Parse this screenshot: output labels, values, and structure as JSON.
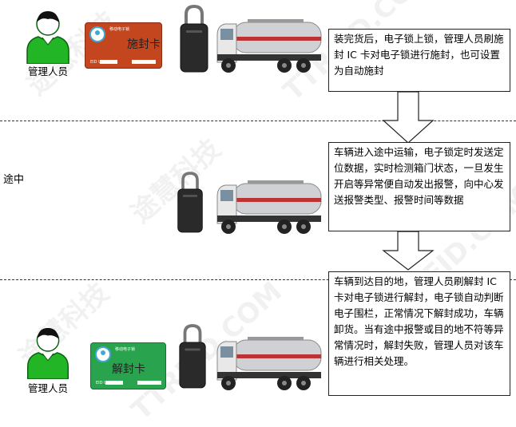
{
  "stages": [
    {
      "id": "seal",
      "label": "",
      "description": "装完货后，电子锁上锁，管理人员刷施封 IC 卡对电子锁进行施封，也可设置为自动施封"
    },
    {
      "id": "transit",
      "label": "途中",
      "description": "车辆进入途中运输，电子锁定时发送定位数据，实时检测箱门状态，一旦发生开启等异常便自动发出报警，向中心发送报警类型、报警时间等数据"
    },
    {
      "id": "unseal",
      "label": "",
      "description": "车辆到达目的地，管理人员刷解封 IC 卡对电子锁进行解封，电子锁自动判断电子围栏，正常情况下解封成功，车辆卸货。当有途中报警或目的地不符等异常情况时，解封失败，管理人员对该车辆进行相关处理。"
    }
  ],
  "person_label": "管理人员",
  "seal_card": {
    "header": "移动电子锁",
    "title": "施封卡",
    "ids": "EID          UID",
    "color": "#c3461f"
  },
  "unseal_card": {
    "header": "移动电子锁",
    "title": "解封卡",
    "ids": "EID          UID",
    "color": "#2aa34e"
  },
  "watermarks": [
    "途慧科技",
    "TTRFID.COM"
  ]
}
